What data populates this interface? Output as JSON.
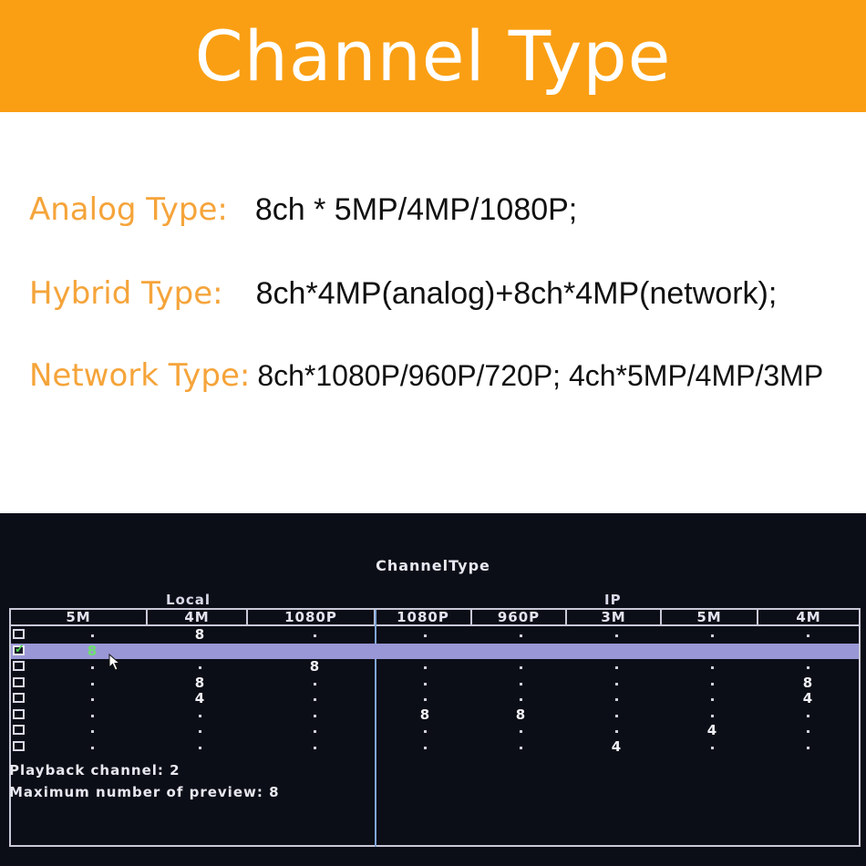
{
  "banner": {
    "title": "Channel Type",
    "color": "#FA9F13"
  },
  "specs": [
    {
      "label": "Analog Type:",
      "value": "8ch * 5MP/4MP/1080P;"
    },
    {
      "label": "Hybrid Type:",
      "value": "8ch*4MP(analog)+8ch*4MP(network);"
    },
    {
      "label": "Network Type:",
      "value": "8ch*1080P/960P/720P;  4ch*5MP/4MP/3MP"
    }
  ],
  "dvr": {
    "title": "ChannelType",
    "groups": {
      "local": "Local",
      "ip": "IP"
    },
    "columns": [
      "5M",
      "4M",
      "1080P",
      "1080P",
      "960P",
      "3M",
      "5M",
      "4M"
    ],
    "selected_row": 1,
    "rows": [
      [
        "",
        "8",
        "",
        "",
        "",
        "",
        "",
        ""
      ],
      [
        "8",
        "",
        "",
        "",
        "",
        "",
        "",
        ""
      ],
      [
        "",
        "",
        "8",
        "",
        "",
        "",
        "",
        ""
      ],
      [
        "",
        "8",
        "",
        "",
        "",
        "",
        "",
        "8"
      ],
      [
        "",
        "4",
        "",
        "",
        "",
        "",
        "",
        "4"
      ],
      [
        "",
        "",
        "",
        "8",
        "8",
        "",
        "",
        ""
      ],
      [
        "",
        "",
        "",
        "",
        "",
        "",
        "4",
        ""
      ],
      [
        "",
        "",
        "",
        "",
        "",
        "4",
        "",
        ""
      ]
    ],
    "playback_channel": "Playback channel: 2",
    "max_preview": "Maximum number of preview: 8"
  }
}
